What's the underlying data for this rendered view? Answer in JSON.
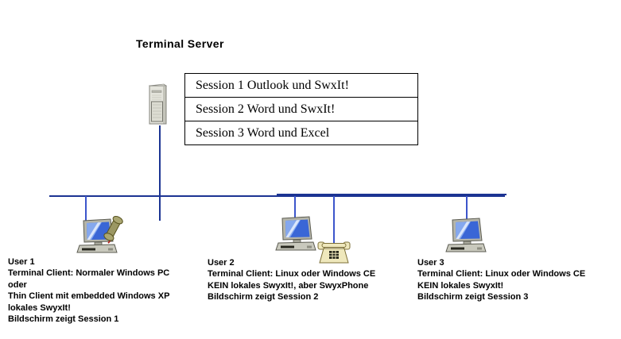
{
  "title": "Terminal Server",
  "sessions": [
    "Session 1 Outlook und SwxIt!",
    "Session 2 Word und SwxIt!",
    "Session 3 Word und Excel"
  ],
  "users": [
    {
      "name": "User 1",
      "lines": [
        "Terminal Client: Normaler Windows PC",
        "oder",
        "Thin Client mit embedded Windows XP",
        "lokales SwyxIt!",
        "Bildschirm zeigt Session 1"
      ]
    },
    {
      "name": "User 2",
      "lines": [
        "Terminal Client: Linux oder Windows CE",
        "KEIN lokales SwyxIt!, aber SwyxPhone",
        "Bildschirm zeigt Session 2"
      ]
    },
    {
      "name": "User 3",
      "lines": [
        "Terminal Client: Linux oder Windows CE",
        "KEIN lokales SwyxIt!",
        "Bildschirm zeigt Session 3"
      ]
    }
  ],
  "icons": {
    "server": "server-tower-icon",
    "user1_device": "desktop-computer-with-handset-icon",
    "user2_devices": [
      "desktop-computer-icon",
      "desk-phone-icon"
    ],
    "user3_device": "desktop-computer-icon"
  },
  "colors": {
    "background": "#ffffff",
    "bus_line": "#1c3493",
    "drop_line": "#3c55cb",
    "session_border": "#000000",
    "text": "#000000",
    "screen_blue": "#3a66d6",
    "phone_beige": "#efe8bc"
  }
}
